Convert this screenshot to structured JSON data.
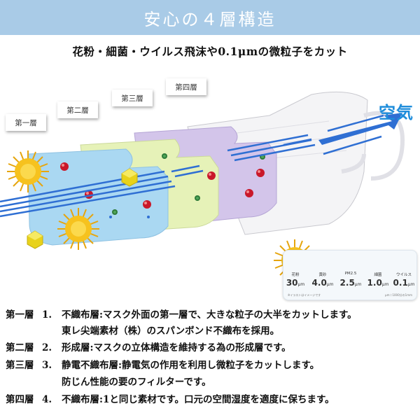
{
  "header": {
    "title": "安心の４層構造"
  },
  "subtitle": "花粉・細菌・ウイルス飛沫や0.1μmの微粒子をカット",
  "diagram": {
    "layer_tags": [
      "第一層",
      "第二層",
      "第三層",
      "第四層"
    ],
    "air_label": "空気",
    "colors": {
      "layer1": "#aad8f2",
      "layer2": "#e6f2b8",
      "layer3": "#d3c5ea",
      "layer4": "#f4f4f6",
      "arrow": "#2f6fd3",
      "pollen": "#f2b81d",
      "banner": "#a9cbe7"
    }
  },
  "legend": {
    "items": [
      {
        "name": "花粉",
        "size": "30",
        "unit": "μm",
        "icon": "pollen-icon"
      },
      {
        "name": "黄砂",
        "size": "4.0",
        "unit": "μm",
        "icon": "yellow-sand-icon"
      },
      {
        "name": "PM2.5",
        "size": "2.5",
        "unit": "μm",
        "icon": "pm25-icon"
      },
      {
        "name": "細菌",
        "size": "1.0",
        "unit": "μm",
        "icon": "bacteria-icon"
      },
      {
        "name": "ウイルス",
        "size": "0.1",
        "unit": "μm",
        "icon": "virus-icon"
      }
    ],
    "note_left": "※イラストはイメージです",
    "note_right": "μm＝1000分の1mm"
  },
  "descriptions": [
    {
      "tag": "第一層",
      "num": "1.",
      "text": "不織布層:マスク外面の第一層で、大きな粒子の大半をカットします。",
      "cont": "東レ尖端素材（株）のスパンボンド不織布を採用。"
    },
    {
      "tag": "第二層",
      "num": "2.",
      "text": "形成層:マスクの立体構造を維持する為の形成層です。",
      "cont": ""
    },
    {
      "tag": "第三層",
      "num": "3.",
      "text": "静電不織布層:静電気の作用を利用し微粒子をカットします。",
      "cont": "防じん性能の要のフィルターです。"
    },
    {
      "tag": "第四層",
      "num": "4.",
      "text": "不織布層:1と同じ素材です。口元の空間湿度を適度に保ちます。",
      "cont": ""
    }
  ]
}
